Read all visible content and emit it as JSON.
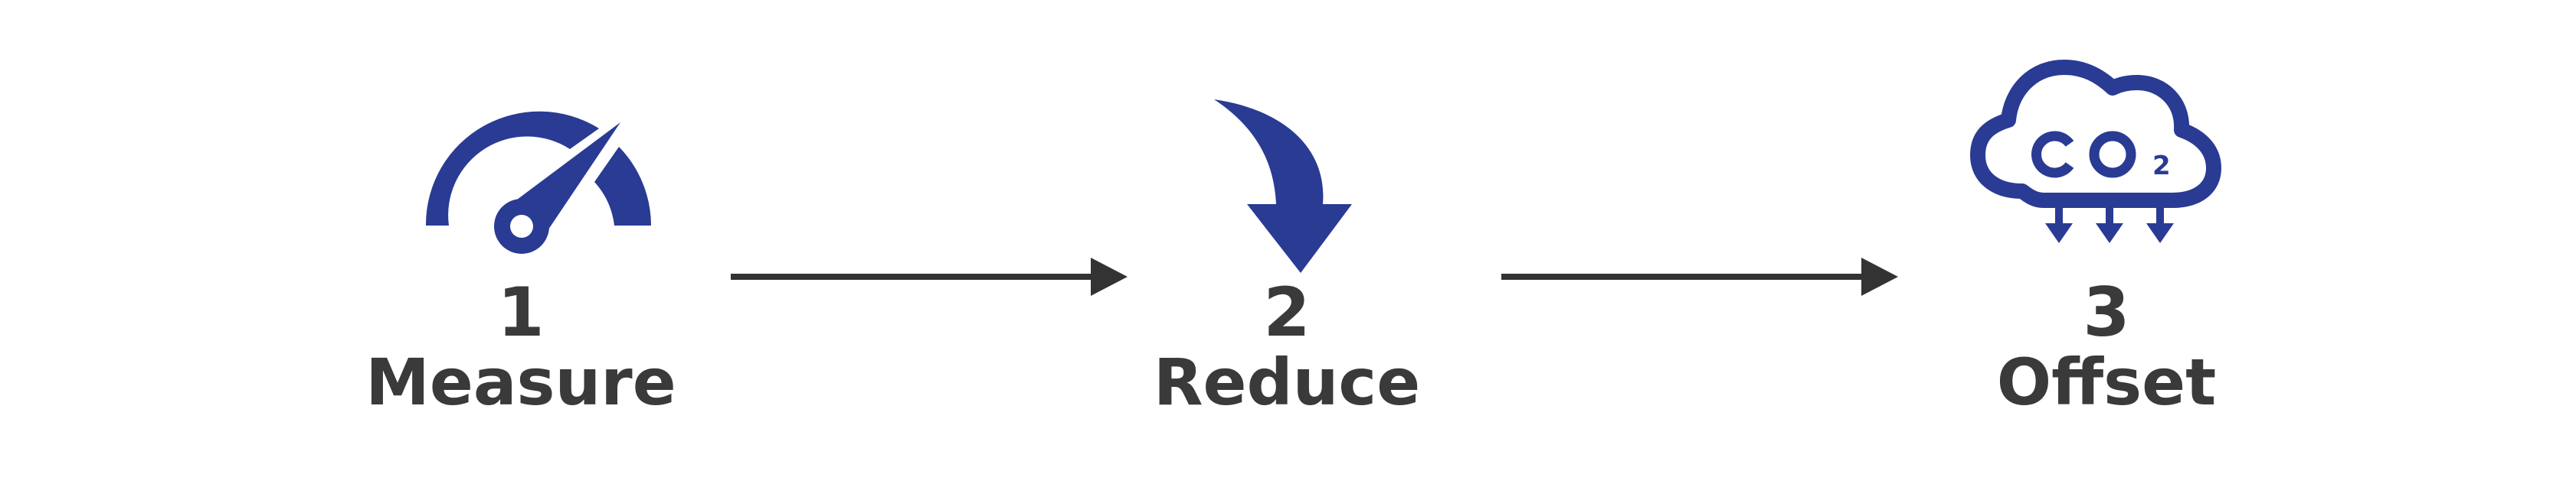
{
  "colors": {
    "icon": "#2a3b94",
    "text": "#3a3a3a",
    "connector": "#333333",
    "background": "#ffffff"
  },
  "steps": [
    {
      "number": "1",
      "label": "Measure",
      "icon": "speedometer-icon"
    },
    {
      "number": "2",
      "label": "Reduce",
      "icon": "curved-down-arrow-icon"
    },
    {
      "number": "3",
      "label": "Offset",
      "icon": "co2-cloud-icon"
    }
  ],
  "cloud": {
    "text": "CO",
    "subscript": "2"
  }
}
